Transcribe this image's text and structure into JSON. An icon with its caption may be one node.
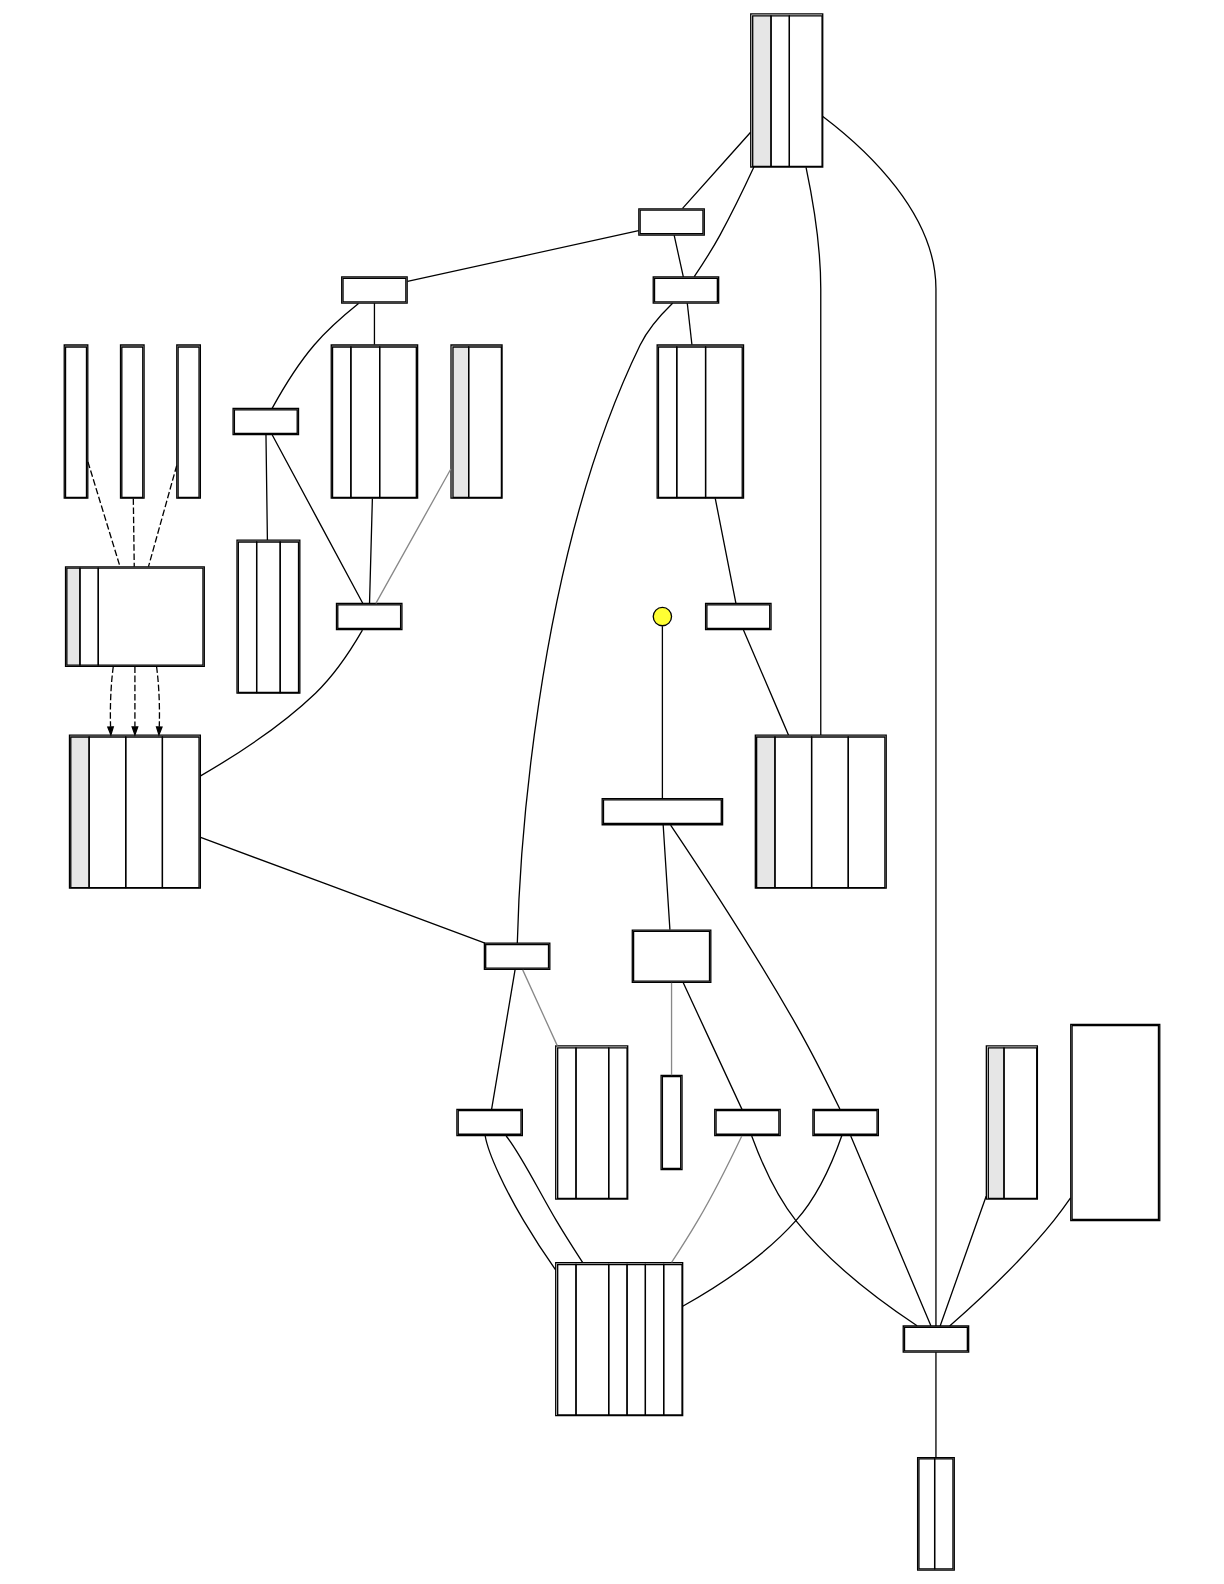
{
  "diagram": {
    "nodes": [
      {
        "text": [],
        "shape": "circle"
      },
      {
        "text": [],
        "shape": "box"
      },
      {
        "text": [],
        "shape": "box"
      },
      {
        "text": [],
        "shape": "box"
      },
      {
        "text": [],
        "shape": "box"
      },
      {
        "text": [],
        "shape": "box"
      },
      {
        "text": [],
        "shape": "box"
      },
      {
        "text": [],
        "shape": "box"
      },
      {
        "text": [],
        "shape": "box"
      },
      {
        "text": [],
        "shape": "box"
      },
      {
        "text": [],
        "shape": "box"
      },
      {
        "text": [],
        "shape": "box"
      },
      {
        "text": [],
        "shape": "box"
      },
      {
        "text": [],
        "shape": "box"
      },
      {
        "text": [],
        "shape": "box"
      },
      {
        "text": [],
        "shape": "box"
      },
      {
        "text": [],
        "shape": "box"
      },
      {
        "text": [],
        "shape": "box"
      },
      {
        "text": [],
        "shape": "box"
      },
      {
        "text": [],
        "shape": "box"
      },
      {
        "text": [],
        "shape": "box"
      },
      {
        "text": [],
        "shape": "box"
      },
      {
        "text": [],
        "shape": "box"
      },
      {
        "text": [],
        "shape": "box"
      },
      {
        "text": [],
        "shape": "box"
      },
      {
        "text": [],
        "shape": "box"
      },
      {
        "text": [],
        "shape": "box"
      },
      {
        "text": [],
        "shape": "box"
      },
      {
        "text": [],
        "shape": "box"
      },
      {
        "text": [],
        "shape": "box"
      },
      {
        "text": [],
        "shape": "box"
      }
    ],
    "edges": [
      {
        "from": 0,
        "to": 1,
        "arrow": "none"
      },
      {
        "from": 1,
        "to": 3,
        "arrow": "none"
      },
      {
        "from": 1,
        "to": 2,
        "arrow": "none"
      },
      {
        "from": 2,
        "to": 4,
        "arrow": "none"
      },
      {
        "from": 2,
        "to": 6,
        "arrow": "none",
        "color": "#888888"
      },
      {
        "from": 10,
        "to": 5,
        "arrow": "none"
      },
      {
        "from": 3,
        "to": 5,
        "arrow": "none"
      },
      {
        "from": 4,
        "to": 5,
        "arrow": "none"
      },
      {
        "from": 8,
        "to": 5,
        "arrow": "none"
      },
      {
        "from": 9,
        "to": 5,
        "arrow": "none"
      },
      {
        "from": 8,
        "to": 11,
        "arrow": "none"
      },
      {
        "from": 8,
        "to": 13,
        "arrow": "none"
      },
      {
        "from": 8,
        "to": 20,
        "arrow": "none"
      },
      {
        "from": 11,
        "to": 12,
        "arrow": "none"
      },
      {
        "from": 11,
        "to": 13,
        "arrow": "none"
      },
      {
        "from": 12,
        "to": 14,
        "arrow": "none"
      },
      {
        "from": 12,
        "to": 16,
        "arrow": "none"
      },
      {
        "from": 7,
        "to": 17,
        "arrow": "none",
        "color": "#888888"
      },
      {
        "from": 14,
        "to": 17,
        "arrow": "none"
      },
      {
        "from": 16,
        "to": 17,
        "arrow": "none"
      },
      {
        "from": 13,
        "to": 15,
        "arrow": "none"
      },
      {
        "from": 15,
        "to": 18,
        "arrow": "none"
      },
      {
        "from": 18,
        "to": 20,
        "arrow": "none"
      },
      {
        "from": 17,
        "to": 19,
        "arrow": "none"
      },
      {
        "from": 23,
        "to": 19,
        "arrow": "to",
        "style": "dashed"
      },
      {
        "from": 23,
        "to": 19,
        "arrow": "to",
        "style": "dashed"
      },
      {
        "from": 23,
        "to": 19,
        "arrow": "to",
        "style": "dashed"
      },
      {
        "from": 19,
        "to": 21,
        "arrow": "none"
      },
      {
        "from": 13,
        "to": 21,
        "arrow": "none"
      },
      {
        "from": 16,
        "to": 29,
        "arrow": "none"
      },
      {
        "from": 21,
        "to": 22,
        "arrow": "none"
      },
      {
        "from": 21,
        "to": 25,
        "arrow": "none",
        "color": "#888888"
      },
      {
        "from": 22,
        "to": 24,
        "arrow": "none"
      },
      {
        "from": 22,
        "to": 24,
        "arrow": "none"
      },
      {
        "from": 3,
        "to": 24,
        "arrow": "none"
      },
      {
        "from": 4,
        "to": 24,
        "arrow": "none",
        "color": "#888888"
      },
      {
        "from": 26,
        "to": 23,
        "arrow": "none",
        "style": "dashed"
      },
      {
        "from": 27,
        "to": 23,
        "arrow": "none",
        "style": "dashed"
      },
      {
        "from": 28,
        "to": 23,
        "arrow": "none",
        "style": "dashed"
      },
      {
        "from": 5,
        "to": 30,
        "arrow": "none"
      }
    ]
  }
}
